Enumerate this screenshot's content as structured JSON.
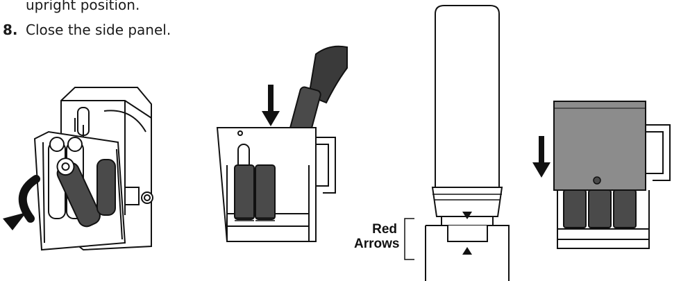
{
  "instructions": {
    "continuation": "upright position.",
    "step_8": {
      "number": "8.",
      "text": "Close the side panel."
    }
  },
  "callout": {
    "line1": "Red",
    "line2": "Arrows"
  }
}
